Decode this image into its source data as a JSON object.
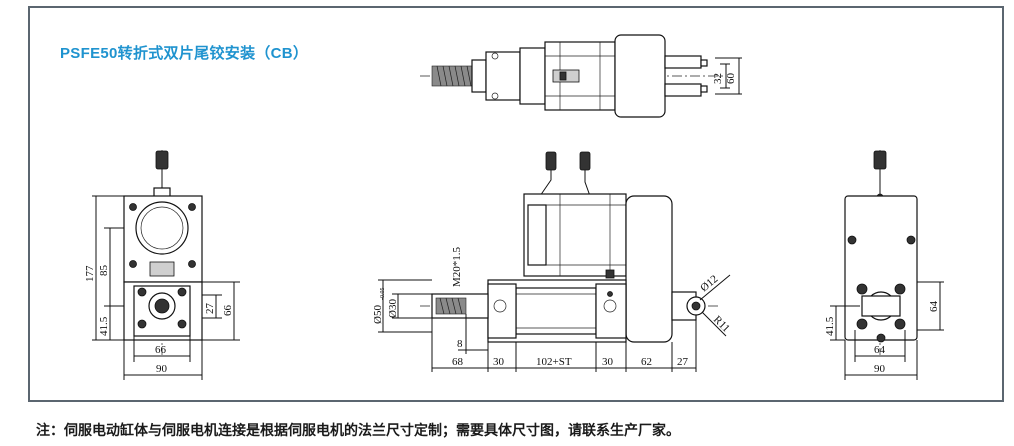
{
  "title": "PSFE50转折式双片尾铰安装（CB）",
  "note": "注：伺服电动缸体与伺服电机连接是根据伺服电机的法兰尺寸定制；需要具体尺寸图，请联系生产厂家。",
  "dimensions": {
    "top_view": {
      "d32": "32",
      "d60": "60"
    },
    "left_view": {
      "d177": "177",
      "d85": "85",
      "d41_5": "41.5",
      "d27": "27",
      "d66_right": "66",
      "d66_bottom": "66",
      "d90": "90"
    },
    "side_view": {
      "d50": "Ø50",
      "tol": "-0.05",
      "d30": "Ø30",
      "m20": "M20*1.5",
      "d12": "Ø12",
      "r11": "R11",
      "d8": "8",
      "d68": "68",
      "d30a": "30",
      "d102": "102+ST",
      "d30b": "30",
      "d62": "62",
      "d27": "27"
    },
    "right_view": {
      "d41_5": "41.5",
      "d64_right": "64",
      "d64_bottom": "64",
      "d90": "90"
    }
  },
  "colors": {
    "title": "#1f93cf",
    "frame": "#5b6670"
  }
}
